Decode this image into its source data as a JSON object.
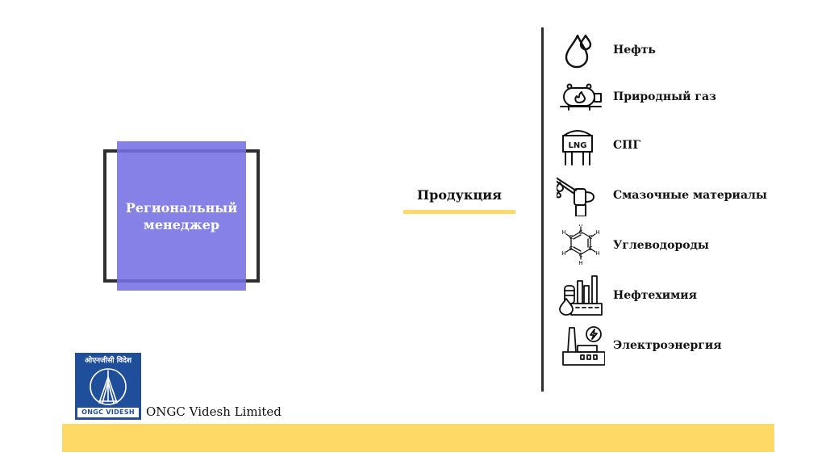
{
  "role_box": {
    "title": "Региональный\nменеджер"
  },
  "products": {
    "label": "Продукция",
    "items": [
      {
        "label": "Нефть",
        "icon": "oil-drop-icon"
      },
      {
        "label": "Природный газ",
        "icon": "gas-tank-icon"
      },
      {
        "label": "СПГ",
        "icon": "lng-tank-icon"
      },
      {
        "label": "Смазочные материалы",
        "icon": "oil-can-icon"
      },
      {
        "label": "Углеводороды",
        "icon": "benzene-molecule-icon"
      },
      {
        "label": "Нефтехимия",
        "icon": "refinery-icon"
      },
      {
        "label": "Электроэнергия",
        "icon": "power-plant-icon"
      }
    ]
  },
  "logo": {
    "hindi_text": "ओएनजीसी विदेश",
    "name": "ONGC VIDESH"
  },
  "company_name": "ONGC Videsh Limited",
  "colors": {
    "accent_yellow": "#ffd966",
    "box_purple": "#756fe2",
    "logo_blue": "#1f4e9a",
    "dark": "#2c2f2e"
  }
}
